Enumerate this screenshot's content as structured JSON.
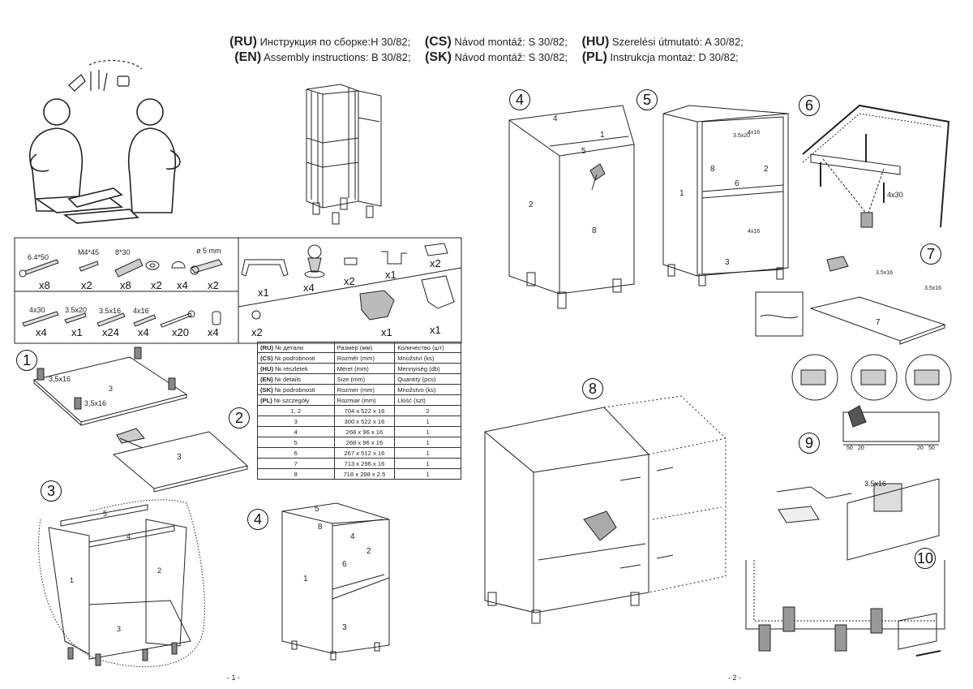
{
  "header": {
    "line1": [
      {
        "code": "(RU)",
        "text": "Инструкция по сборке:H 30/82;"
      },
      {
        "code": "(CS)",
        "text": "Návod montáž: S 30/82;"
      },
      {
        "code": "(HU)",
        "text": "Szerelési útmutató: A 30/82;"
      }
    ],
    "line2": [
      {
        "code": "(EN)",
        "text": "Assembly instructions: B 30/82;"
      },
      {
        "code": "(SK)",
        "text": "Návod montáž: S 30/82;"
      },
      {
        "code": "(PL)",
        "text": "Instrukcja montaż: D 30/82;"
      }
    ]
  },
  "hardware": {
    "top_row": [
      {
        "size": "6.4*50",
        "qty": "x8"
      },
      {
        "size": "M4*45",
        "qty": "x2"
      },
      {
        "size": "8*30",
        "qty": "x8"
      },
      {
        "size": "",
        "qty": "x2"
      },
      {
        "size": "",
        "qty": "x4"
      },
      {
        "size": "ø 5 mm",
        "qty": "x2"
      }
    ],
    "bottom_row": [
      {
        "size": "4x30",
        "qty": "x4"
      },
      {
        "size": "3.5x20",
        "qty": "x1"
      },
      {
        "size": "3.5x16",
        "qty": "x24"
      },
      {
        "size": "4x16",
        "qty": "x4"
      },
      {
        "size": "",
        "qty": "x20"
      },
      {
        "size": "",
        "qty": "x4"
      }
    ],
    "right_top": [
      {
        "name": "handle-icon",
        "qty": "x1"
      },
      {
        "name": "leg-icon",
        "qty": "x4"
      },
      {
        "name": "bracket-icon",
        "qty": "x2"
      },
      {
        "name": "hook-icon",
        "qty": "x1"
      },
      {
        "name": "plate-icon",
        "qty": "x2"
      }
    ],
    "right_bottom": [
      {
        "name": "cap-icon",
        "qty": "x2"
      },
      {
        "name": "hinge-icon",
        "qty": "x1"
      },
      {
        "name": "mount-icon",
        "qty": "x1"
      }
    ]
  },
  "parts_table": {
    "headers": [
      [
        "(RU)",
        "№ детали",
        "Размер  (мм)",
        "Количество (шт)"
      ],
      [
        "(CS)",
        "№ podrobnosti",
        "Rozměr (mm)",
        "Množství (ks)"
      ],
      [
        "(HU)",
        "№ részletek",
        "Méret (mm)",
        "Mennyiség (db)"
      ],
      [
        "(EN)",
        "№ details",
        "Size (mm)",
        "Quantity  (pcs)"
      ],
      [
        "(SK)",
        "№ podrobnosti",
        "Rozmer (mm)",
        "Množstvo (ks)"
      ],
      [
        "(PL)",
        "№ szczegóły",
        "Rozmiar (mm)",
        "Llość (szt)"
      ]
    ],
    "rows": [
      [
        "1, 2",
        "704 x 522 x 16",
        "2"
      ],
      [
        "3",
        "300 x 522 x 16",
        "1"
      ],
      [
        "4",
        "268 x 96 x 16",
        "1"
      ],
      [
        "5",
        "268 x 96 x 16",
        "1"
      ],
      [
        "6",
        "267 x 512 x 16",
        "1"
      ],
      [
        "7",
        "713 x 296 x 16",
        "1"
      ],
      [
        "8",
        "718 x 298 x 2.5",
        "1"
      ]
    ]
  },
  "steps": {
    "s1": "1",
    "s2": "2",
    "s3": "3",
    "s4": "4",
    "s4b": "4",
    "s5": "5",
    "s6": "6",
    "s7": "7",
    "s8": "8",
    "s9": "9",
    "s10": "10"
  },
  "labels": {
    "step1_screw_a": "3,5x16",
    "step1_screw_b": "3,5x16",
    "step1_panel": "3",
    "step2_panel": "3",
    "step3": [
      "5",
      "4",
      "1",
      "2",
      "3"
    ],
    "step4a": [
      "5",
      "8",
      "4",
      "2",
      "6",
      "1",
      "3"
    ],
    "step4b": [
      "4",
      "1",
      "5",
      "2",
      "8"
    ],
    "step5": [
      "8",
      "2",
      "1",
      "6",
      "3"
    ],
    "step5_screws": [
      "3.5x20",
      "4x16",
      "4x16"
    ],
    "step6_screw": "4x30",
    "step7_panel": "7",
    "step7_screw_a": "3.5x16",
    "step7_screw_b": "3.5x16",
    "step9_dims": [
      "50",
      "20",
      "20",
      "50"
    ],
    "step10_screw": "3.5x16"
  },
  "page_numbers": {
    "left": "- 1 -",
    "right": "- 2 -"
  }
}
